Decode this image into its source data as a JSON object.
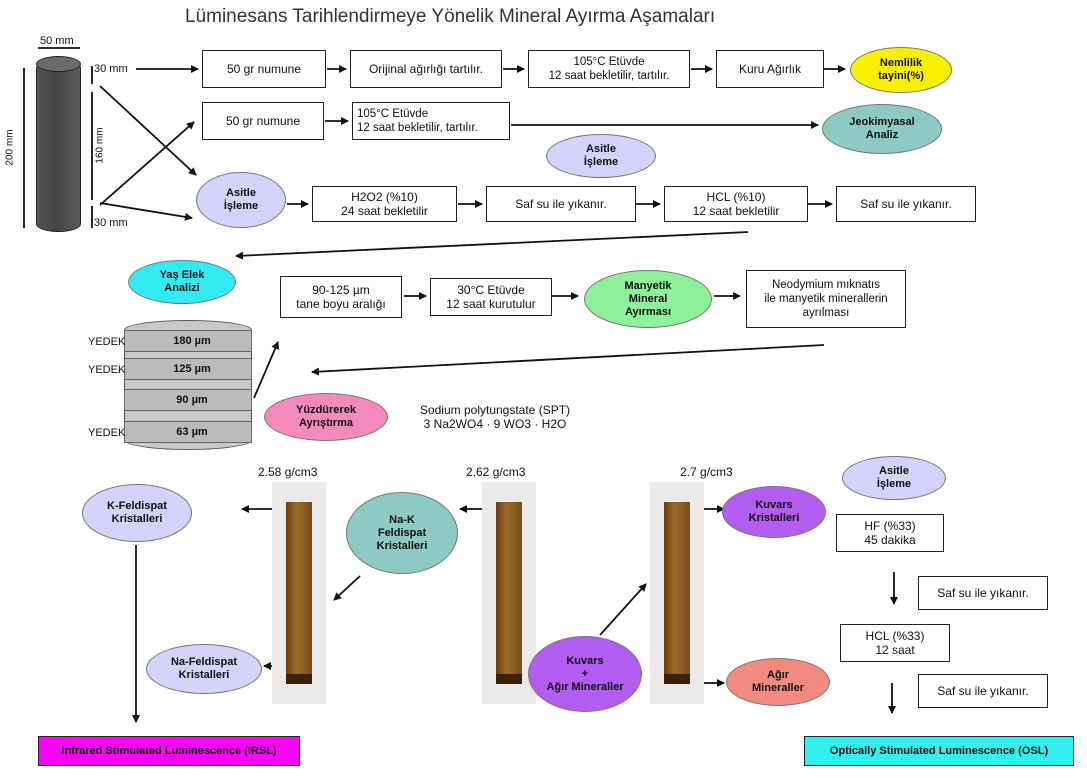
{
  "title": "Lüminesans Tarihlendirmeye Yönelik Mineral Ayırma Aşamaları",
  "core": {
    "width": "50 mm",
    "height": "200 mm",
    "top": "30 mm",
    "middle": "160 mm",
    "bottom": "30 mm"
  },
  "row1": {
    "sample": "50 gr numune",
    "weigh": "Orijinal ağırlığı tartılır.",
    "oven": "105°C Etüvde\n12 saat bekletilir, tartılır.",
    "dry": "Kuru Ağırlık",
    "moisture": "Nemlilik\ntayini(%)"
  },
  "row2": {
    "sample": "50 gr numune",
    "oven": "105°C Etüvde\n12 saat bekletilir, tartılır.",
    "geochem": "Jeokimyasal\nAnaliz"
  },
  "row3": {
    "acid_label_top": "Asitle\nİşleme",
    "acid": "Asitle\nİşleme",
    "h2o2": "H2O2 (%10)\n24 saat bekletilir",
    "wash1": "Saf su ile yıkanır.",
    "hcl": "HCL (%10)\n12 saat bekletilir",
    "wash2": "Saf su ile yıkanır."
  },
  "sieve": {
    "title": "Yaş Elek\nAnalizi",
    "spare": "YEDEK",
    "sizes": [
      "180 µm",
      "125 µm",
      "90 µm",
      "63 µm"
    ]
  },
  "row4": {
    "range": "90-125 µm\ntane boyu aralığı",
    "oven": "30°C Etüvde\n12 saat kurutulur",
    "magnetic": "Manyetik\nMineral\nAyırması",
    "neodymium": "Neodymium mıknatıs\nile manyetik minerallerin\nayrılması"
  },
  "flotation": {
    "label": "Yüzdürerek\nAyrıştırma",
    "spt": "Sodium polytungstate (SPT)\n3 Na2WO4 · 9 WO3 · H2O"
  },
  "densities": [
    "2.58 g/cm3",
    "2.62 g/cm3",
    "2.7 g/cm3"
  ],
  "minerals": {
    "kfeld": "K-Feldispat\nKristalleri",
    "nakfeld": "Na-K\nFeldispat\nKristalleri",
    "nafeld": "Na-Feldispat\nKristalleri",
    "quartz_heavy": "Kuvars\n+\nAğır Mineraller",
    "quartz": "Kuvars\nKristalleri",
    "heavy": "Ağır\nMineraller"
  },
  "osl_steps": {
    "acid": "Asitle\nİşleme",
    "hf": "HF (%33)\n45 dakika",
    "wash1": "Saf su ile yıkanır.",
    "hcl": "HCL (%33)\n12 saat",
    "wash2": "Saf su ile yıkanır."
  },
  "outputs": {
    "irsl": "Infrared Stimulated Luminescence (IRSL)",
    "osl": "Optically Stimulated Luminescence (OSL)"
  },
  "colors": {
    "yellow": "#f7f000",
    "teal": "#8ccac3",
    "lavender": "#d3d3fb",
    "cyan": "#33eaf2",
    "green": "#8ff09a",
    "pink": "#f28bbb",
    "purple": "#b25cf0",
    "salmon": "#f28a80",
    "magenta": "#ff00ff",
    "osl": "#33f0f0"
  }
}
